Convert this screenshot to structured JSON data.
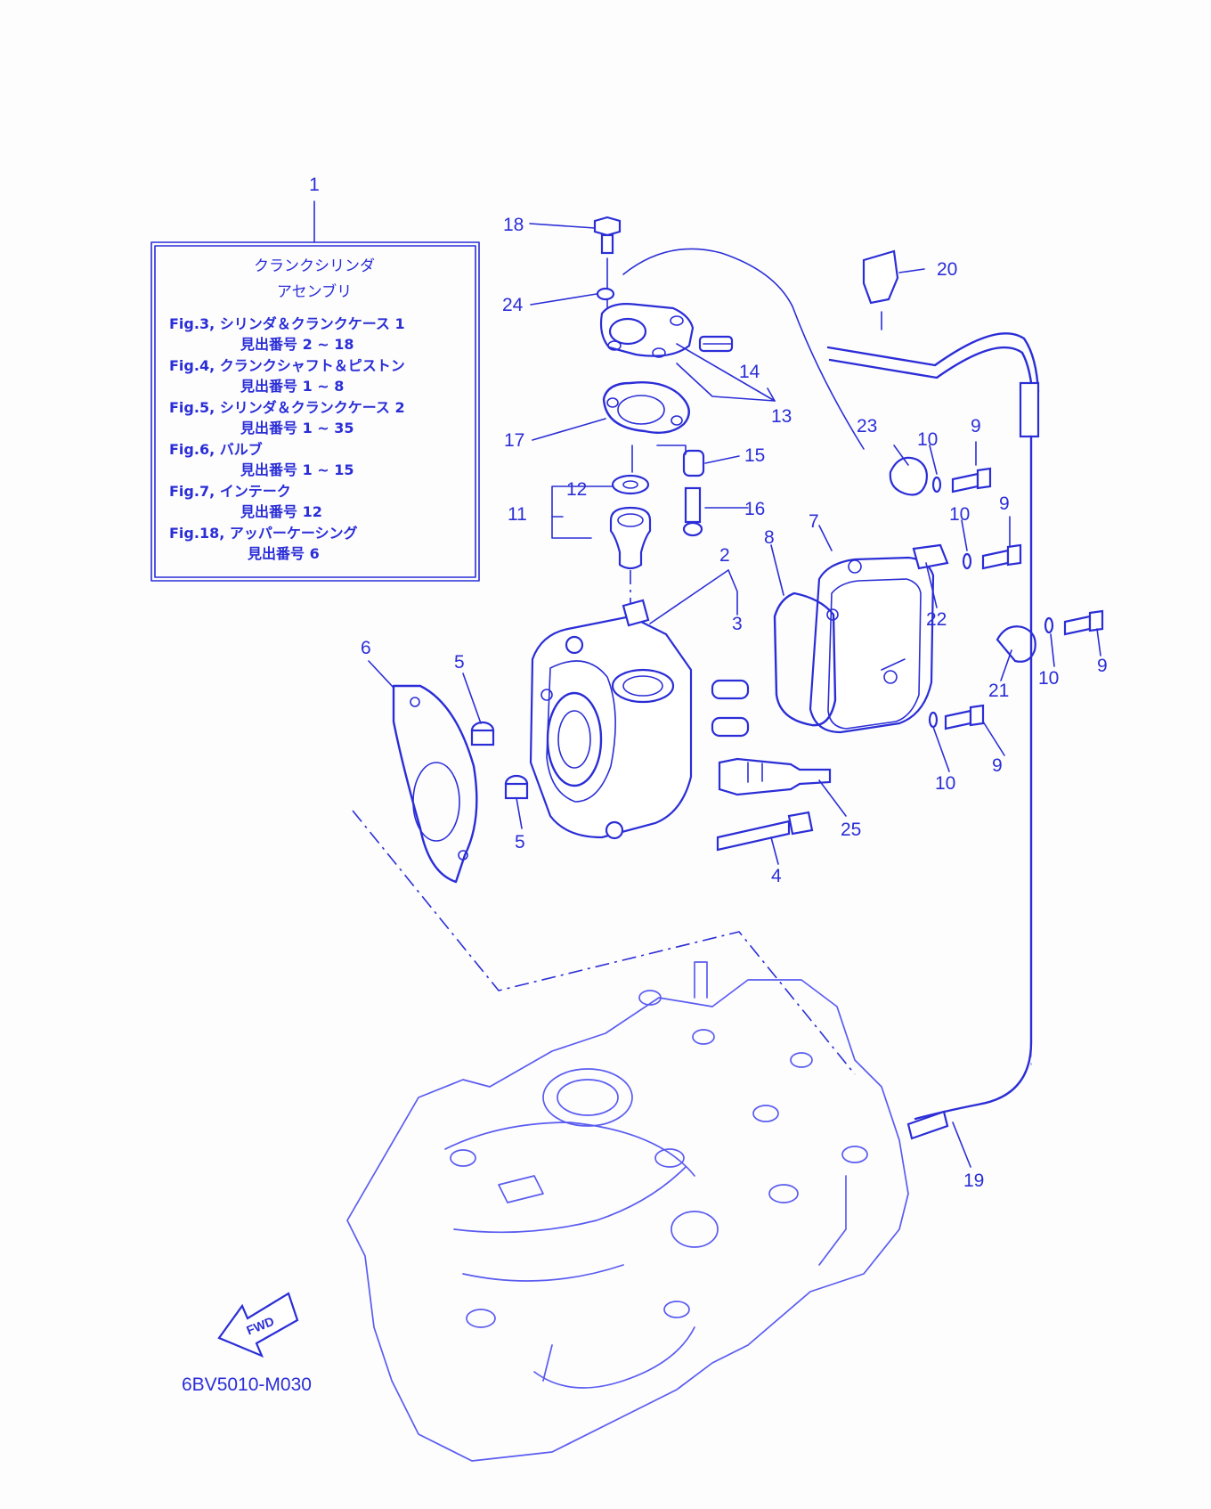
{
  "diagram": {
    "code": "6BV5010-M030",
    "fwd_label": "FWD",
    "assembly_box": {
      "callout": "1",
      "title_line1": "クランクシリンダ",
      "title_line2": "アセンブリ",
      "entries": [
        {
          "fig": "Fig.3, シリンダ＆クランクケース 1",
          "ref": "見出番号 2 ~ 18"
        },
        {
          "fig": "Fig.4, クランクシャフト＆ピストン",
          "ref": "見出番号 1 ~ 8"
        },
        {
          "fig": "Fig.5, シリンダ＆クランクケース 2",
          "ref": "見出番号 1 ~ 35"
        },
        {
          "fig": "Fig.6, バルブ",
          "ref": "見出番号 1 ~ 15"
        },
        {
          "fig": "Fig.7, インテーク",
          "ref": "見出番号 12"
        },
        {
          "fig": "Fig.18, アッパーケーシング",
          "ref": "見出番号 6"
        }
      ]
    },
    "callouts": [
      "18",
      "24",
      "20",
      "14",
      "13",
      "17",
      "23",
      "10",
      "9",
      "15",
      "12",
      "11",
      "16",
      "2",
      "8",
      "7",
      "10",
      "9",
      "22",
      "3",
      "6",
      "5",
      "9",
      "21",
      "10",
      "9",
      "10",
      "5",
      "25",
      "4",
      "19"
    ]
  }
}
